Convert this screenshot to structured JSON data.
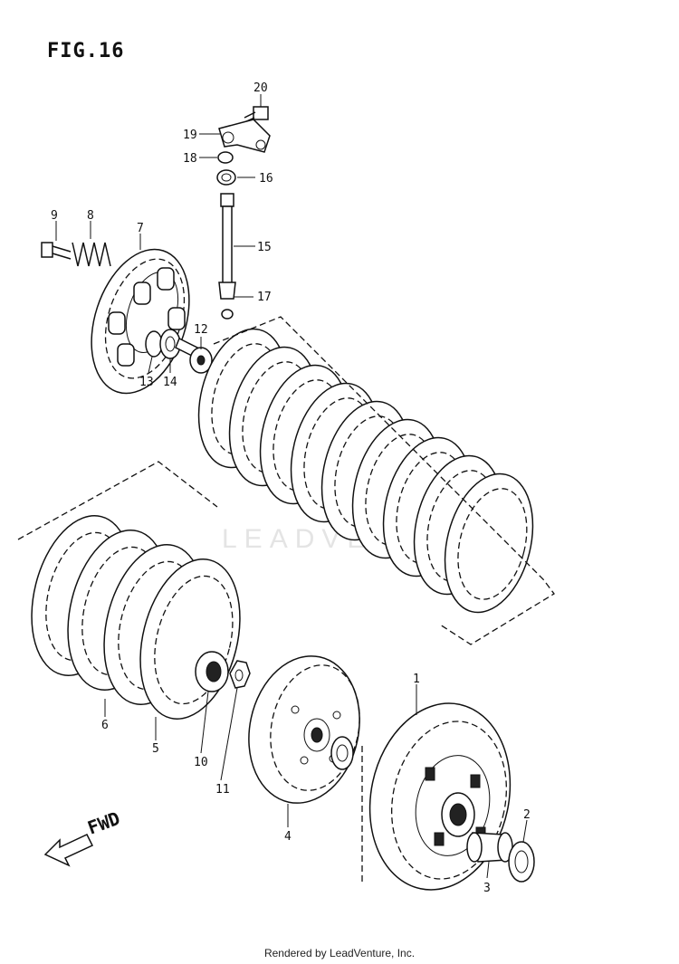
{
  "figure": {
    "title": "FIG.16"
  },
  "footer": {
    "credit": "Rendered by LeadVenture, Inc."
  },
  "watermark": {
    "text": "LEADVENTURE"
  },
  "direction": {
    "text": "FWD",
    "icon": "arrow-left-down-icon"
  },
  "callouts": [
    {
      "id": "1",
      "label": "1"
    },
    {
      "id": "2",
      "label": "2"
    },
    {
      "id": "3",
      "label": "3"
    },
    {
      "id": "4",
      "label": "4"
    },
    {
      "id": "5",
      "label": "5"
    },
    {
      "id": "6",
      "label": "6"
    },
    {
      "id": "7",
      "label": "7"
    },
    {
      "id": "8",
      "label": "8"
    },
    {
      "id": "9",
      "label": "9"
    },
    {
      "id": "10",
      "label": "10"
    },
    {
      "id": "11",
      "label": "11"
    },
    {
      "id": "12",
      "label": "12"
    },
    {
      "id": "13",
      "label": "13"
    },
    {
      "id": "14",
      "label": "14"
    },
    {
      "id": "15",
      "label": "15"
    },
    {
      "id": "16",
      "label": "16"
    },
    {
      "id": "17",
      "label": "17"
    },
    {
      "id": "18",
      "label": "18"
    },
    {
      "id": "19",
      "label": "19"
    },
    {
      "id": "20",
      "label": "20"
    }
  ]
}
